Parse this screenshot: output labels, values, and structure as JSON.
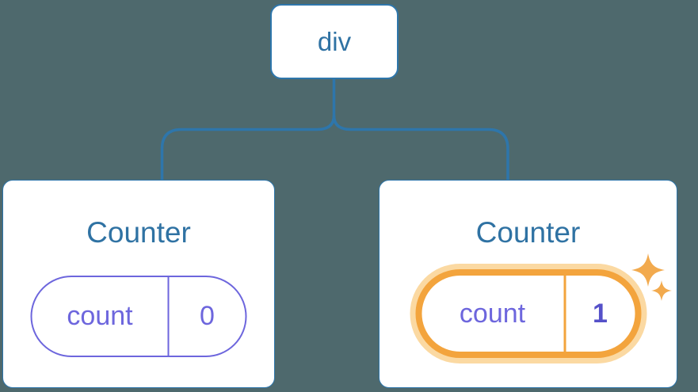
{
  "diagram": {
    "description": "Component tree: div root with two Counter children holding count state",
    "root": {
      "label": "div"
    },
    "children": [
      {
        "title": "Counter",
        "state_name": "count",
        "state_value": "0",
        "highlighted": false
      },
      {
        "title": "Counter",
        "state_name": "count",
        "state_value": "1",
        "highlighted": true
      }
    ]
  },
  "icons": {
    "highlight": "sparkle-icon"
  },
  "colors": {
    "bg": "#4E696D",
    "line": "#2E76AB",
    "node-text": "#2F72A3",
    "purple": "#6D66DD",
    "value-strong": "#5551C9",
    "orange": "#F3A43D",
    "orange-glow": "#FBD9A2",
    "sparkle": "#F2AA4E",
    "card-bg": "#FFFFFF"
  }
}
